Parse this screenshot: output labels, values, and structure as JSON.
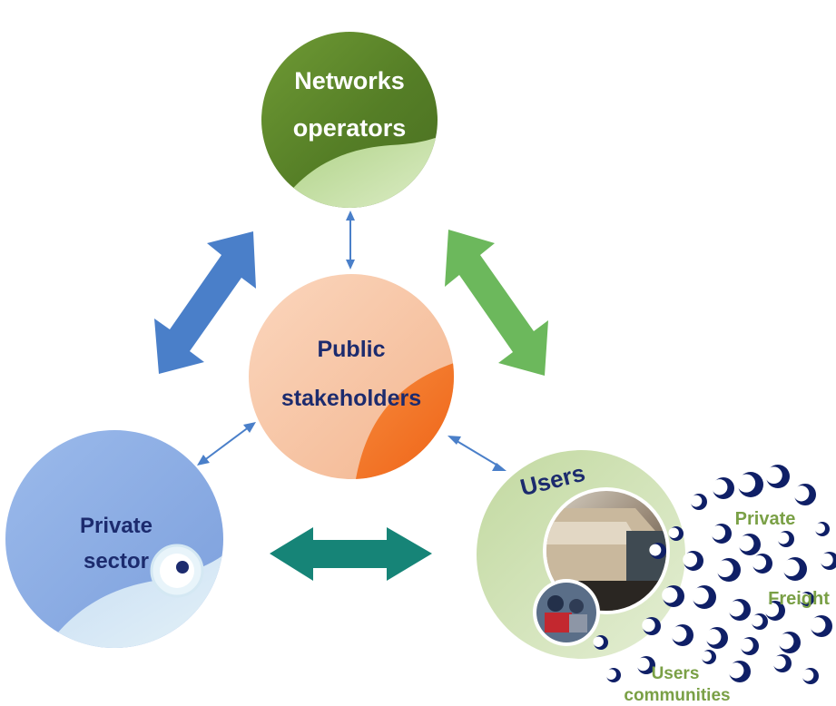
{
  "nodes": {
    "networks": {
      "line1": "Networks",
      "line2": "operators"
    },
    "public": {
      "line1": "Public",
      "line2": "stakeholders"
    },
    "private_sector": {
      "line1": "Private",
      "line2": "sector"
    },
    "users": {
      "title": "Users"
    }
  },
  "user_groups": {
    "private": "Private",
    "freight": "Freight",
    "communities_line1": "Users",
    "communities_line2": "communities"
  },
  "colors": {
    "networks_green": "#5f8a2e",
    "public_peach": "#f7c4a4",
    "public_orange": "#f2701f",
    "private_blue": "#8fb0e6",
    "users_green": "#cfe0b4",
    "arrow_blue": "#4a7fc9",
    "arrow_green": "#6cb85c",
    "arrow_teal": "#168477",
    "label_navy": "#1c2b6e",
    "label_olive": "#7aa046",
    "dot_navy": "#0f1f66"
  }
}
